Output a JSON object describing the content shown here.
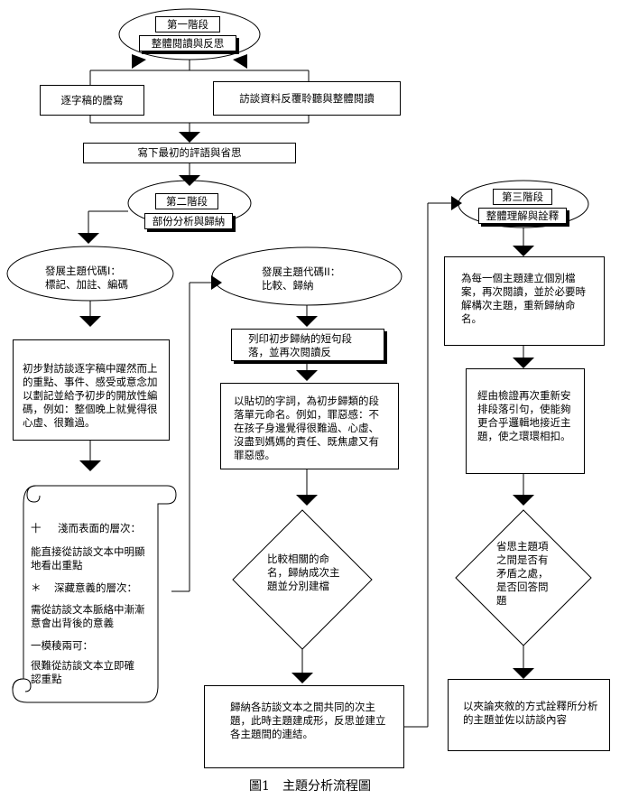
{
  "stage1": {
    "label": "第一階段",
    "subtitle": "整體閱讀與反思"
  },
  "transcribe_box": "逐字稿的謄寫",
  "reread_box": "訪談資料反覆聆聽與整體閱讀",
  "comments_box": "寫下最初的評語與省思",
  "stage2": {
    "label": "第二階段",
    "subtitle": "部份分析與歸納"
  },
  "code1": {
    "line1": "發展主題代碼I：",
    "line2": "標記、加註、編碼"
  },
  "mark_box": "初步對訪談逐字稿中躍然而上的重點、事件、感受或意念加以劃記並給予初步的開放性編碼，例如：整個晚上就覺得很心虛、很難過。",
  "scroll": {
    "item1_symbol": "十",
    "item1_title": "淺而表面的層次：",
    "item1_text": "能直接從訪談文本中明顯地看出重點",
    "item2_symbol": "＊",
    "item2_title": "深藏意義的層次：",
    "item2_text": "需從訪談文本脈絡中漸漸意會出背後的意義",
    "item3_title": "一模稜兩可：",
    "item3_text": "很難從訪談文本立即確認重點"
  },
  "code2": {
    "line1": "發展主題代碼II：",
    "line2": "比較、歸納"
  },
  "print_box": "列印初步歸納的短句段落，並再次閱讀反",
  "unit_box": "以貼切的字詞，為初步歸類的段落單元命名。例如，罪惡感：不在孩子身邊覺得很難過、心虛、沒盡到媽媽的責任、既焦慮又有罪惡感。",
  "compare_diamond": "比較相關的命名，歸納成次主題並分別建檔",
  "induce_box": "歸納各訪談文本之間共同的次主題，此時主題建成形，反思並建立各主題間的連結。",
  "stage3": {
    "label": "第三階段",
    "subtitle": "整體理解與詮釋"
  },
  "file_box": "為每一個主題建立個別檔案，再次閱讀，並於必要時解構次主題，重新歸納命名。",
  "verify_box": "經由檢證再次重新安排段落引句，使能夠更合乎邏輯地接近主題，使之環環相扣。",
  "reflect_diamond": "省思主題項之間是否有矛盾之處，是否回答問題",
  "interpret_box": "以夾論夾敘的方式詮釋所分析的主題並佐以訪談內容",
  "caption": "圖1　主題分析流程圖"
}
